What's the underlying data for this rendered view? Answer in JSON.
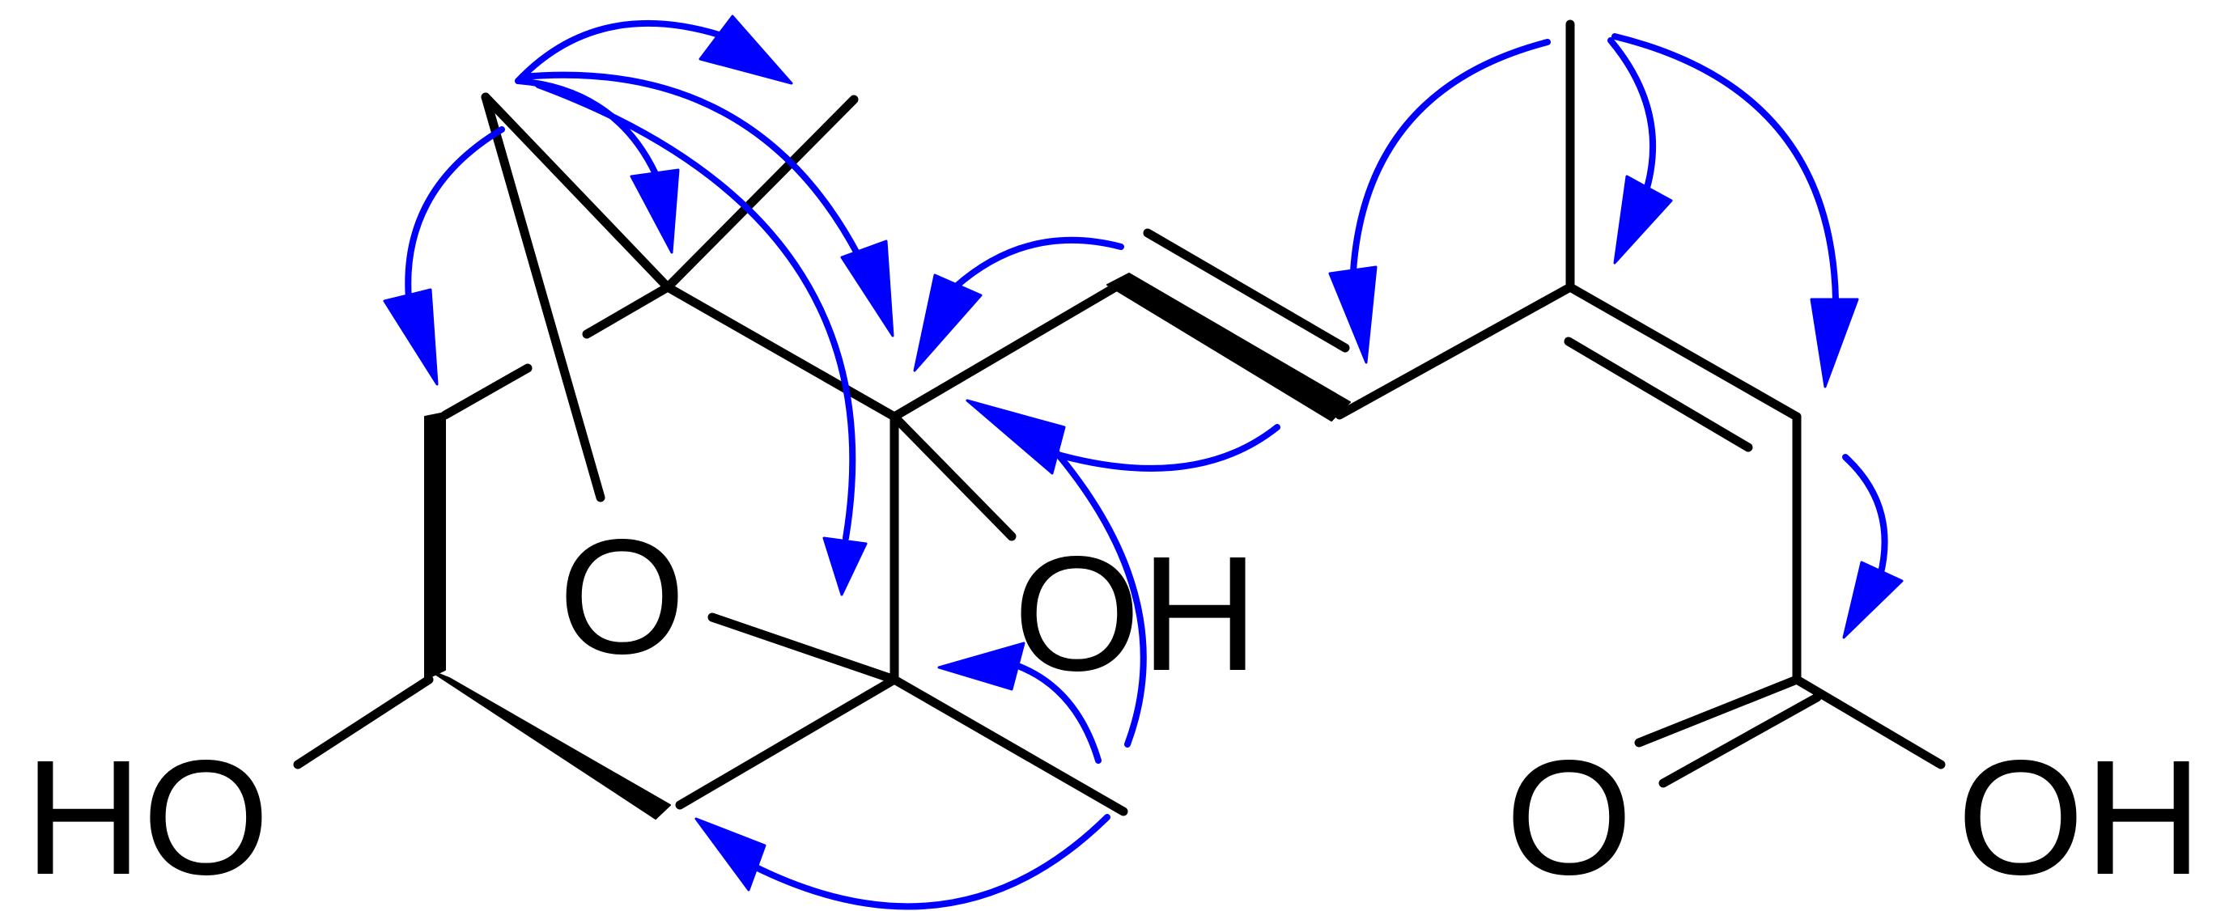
{
  "atoms": {
    "ring_oxygen": "O",
    "hydroxyl_center": "OH",
    "hydroxyl_left": "HO",
    "carbonyl_oxygen": "O",
    "acid_hydroxyl": "OH"
  },
  "colors": {
    "bonds": "#000000",
    "correlation_arrows": "#0000ff"
  }
}
